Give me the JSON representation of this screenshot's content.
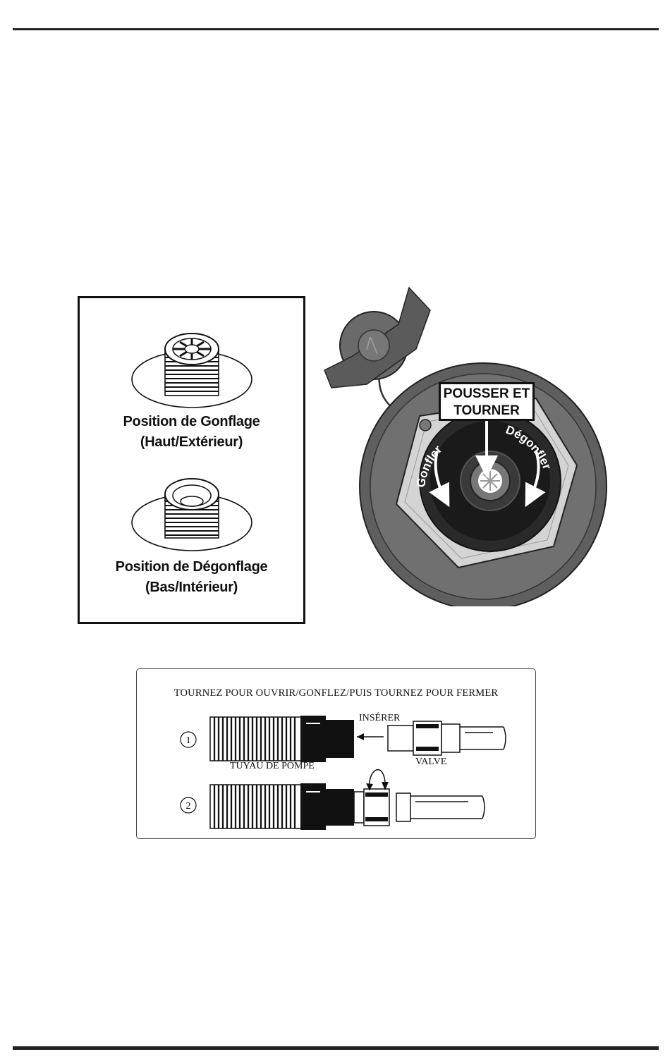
{
  "positions": {
    "inflate": {
      "line1": "Position de Gonflage",
      "line2": "(Haut/Extérieur)"
    },
    "deflate": {
      "line1": "Position de Dégonflage",
      "line2": "(Bas/Intérieur)"
    }
  },
  "valve": {
    "label_line1": "POUSSER ET",
    "label_line2": "TOURNER",
    "left_arc": "Gonfler",
    "right_arc": "Dégonfler"
  },
  "hose": {
    "title": "TOURNEZ POUR OUVRIR/GONFLEZ/PUIS TOURNEZ POUR FERMER",
    "insert": "INSÉRER",
    "pump_hose": "TUYAU DE POMPE",
    "valve": "VALVE",
    "step1": "1",
    "step2": "2"
  }
}
